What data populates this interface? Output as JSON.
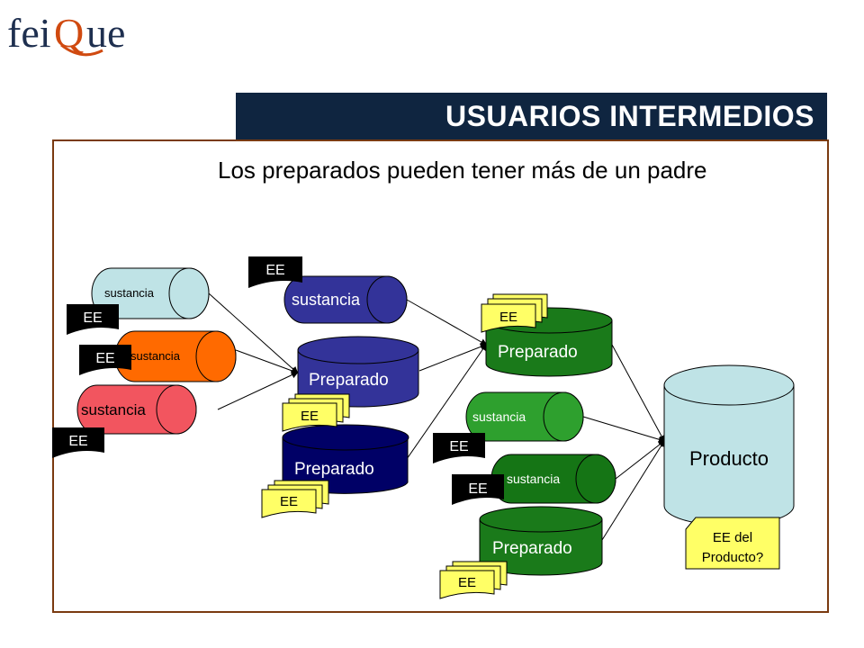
{
  "logo": {
    "text": "feiQue",
    "colors": {
      "dark": "#1e2f4f",
      "accent": "#d04a10"
    }
  },
  "title": "USUARIOS INTERMEDIOS",
  "subtitle": "Los preparados pueden tener más de un padre",
  "colors": {
    "title_bar": "#0f2540",
    "frame": "#7a3a10",
    "light_blue": "#bfe3e6",
    "orange": "#ff6a00",
    "red": "#f2555f",
    "blue": "#333399",
    "navy": "#000066",
    "green": "#1a7a1a",
    "mid_green": "#2ea02e",
    "dark_green": "#157515",
    "ee_yellow": "#ffff66",
    "ee_black": "#000000"
  },
  "nodes": {
    "sust1": "sustancia",
    "sust2": "sustancia",
    "sust3": "sustancia",
    "sust4": "sustancia",
    "prep1": "Preparado",
    "prep2": "Preparado",
    "prep3": "Preparado",
    "sust5": "sustancia",
    "sust6": "sustancia",
    "prep4": "Preparado",
    "producto": "Producto"
  },
  "ee": {
    "label": "EE",
    "product_note_line1": "EE del",
    "product_note_line2": "Producto?"
  }
}
